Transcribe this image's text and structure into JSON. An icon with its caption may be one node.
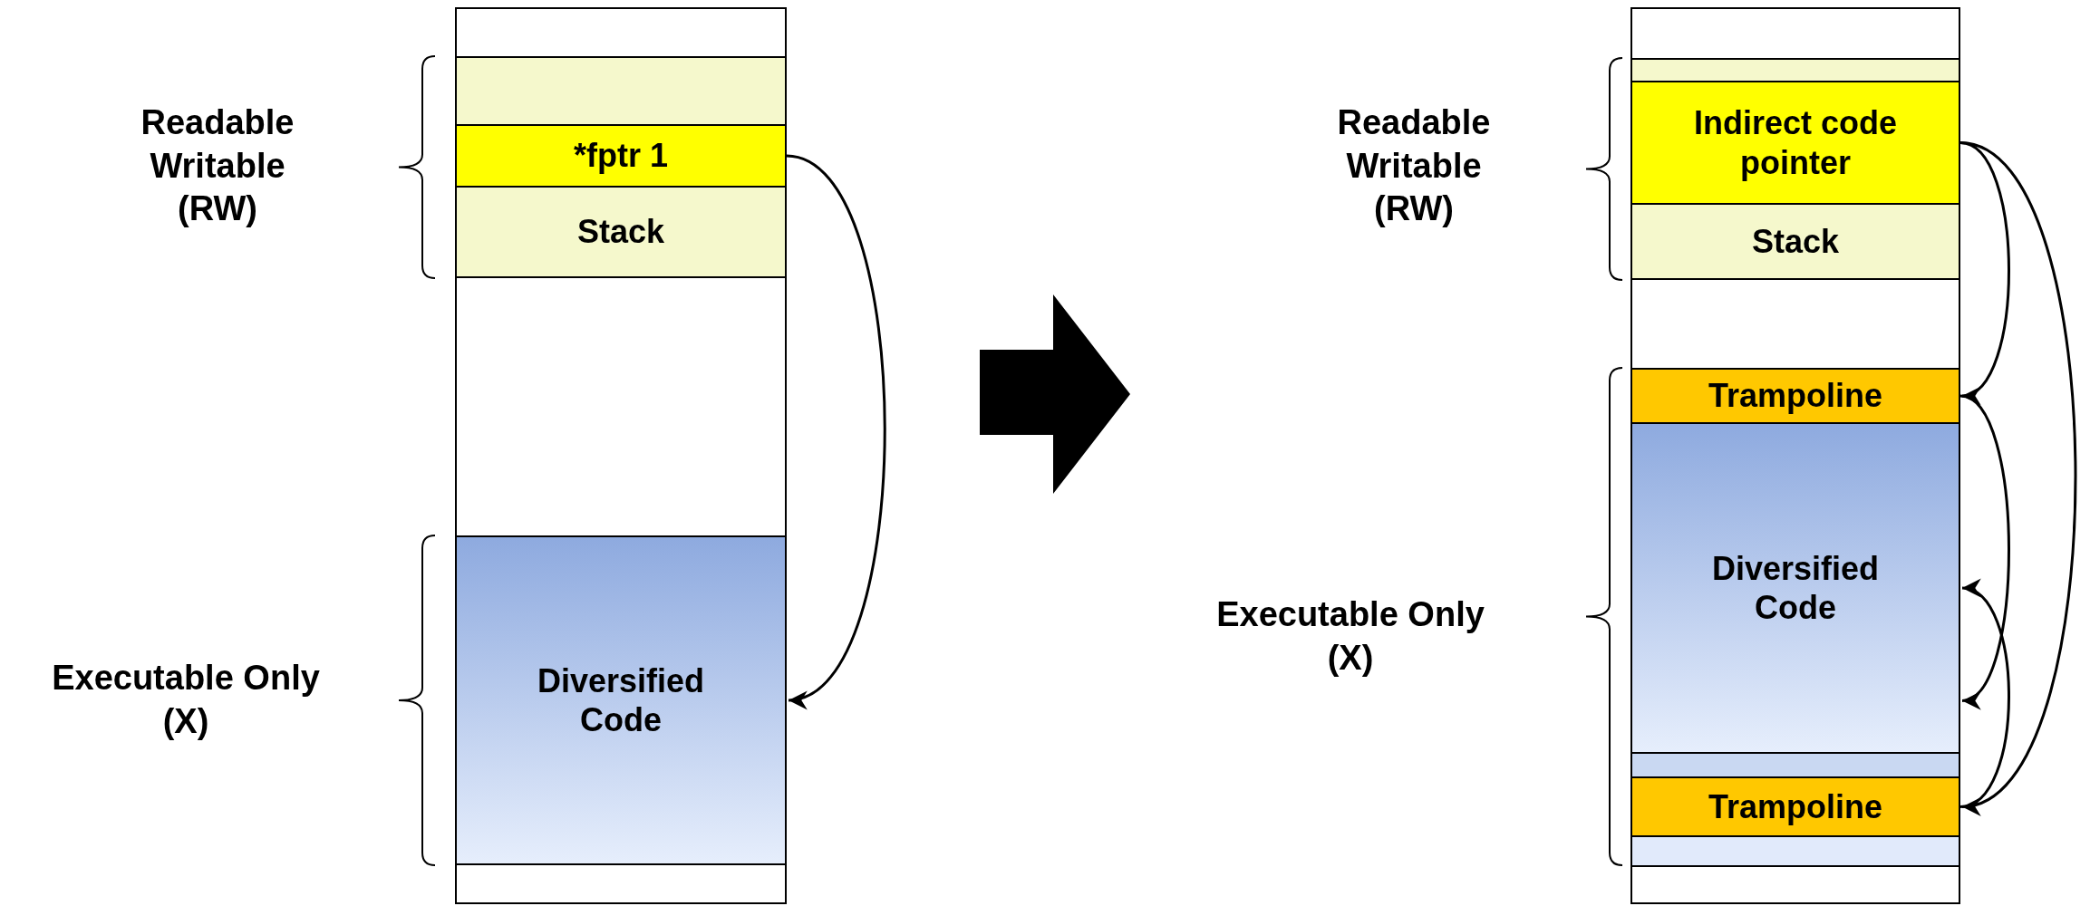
{
  "diagram": {
    "nodes": [
      {
        "text": [],
        "shape": "box"
      },
      {
        "text": [],
        "shape": "box",
        "in": 0
      },
      {
        "text": [
          "*fptr 1"
        ],
        "in": 0
      },
      {
        "text": [
          "Stack"
        ],
        "in": 0
      },
      {
        "text": [
          "Diversified Code"
        ],
        "in": 0
      },
      {
        "text": [],
        "shape": "box"
      },
      {
        "text": [],
        "shape": "box",
        "in": 5
      },
      {
        "text": [
          "Indirect code pointer"
        ],
        "in": 5
      },
      {
        "text": [
          "Stack"
        ],
        "in": 5
      },
      {
        "text": [
          "Trampoline"
        ],
        "in": 5
      },
      {
        "text": [
          "Diversified Code"
        ],
        "in": 5
      },
      {
        "text": [],
        "shape": "box",
        "in": 5
      },
      {
        "text": [
          "Trampoline"
        ],
        "in": 5
      },
      {
        "text": [],
        "shape": "box",
        "in": 5
      }
    ],
    "edges": [
      {
        "from": 2,
        "to": 4,
        "arrow": "to"
      },
      {
        "from": 7,
        "to": 9,
        "arrow": "to"
      },
      {
        "from": 7,
        "to": 12,
        "arrow": "to"
      },
      {
        "from": 9,
        "to": 10,
        "arrow": "to"
      },
      {
        "from": 12,
        "to": 10,
        "arrow": "to"
      }
    ],
    "labels": [
      "Readable Writable (RW)",
      "Executable Only (X)",
      "Readable Writable (RW)",
      "Executable Only (X)"
    ]
  }
}
